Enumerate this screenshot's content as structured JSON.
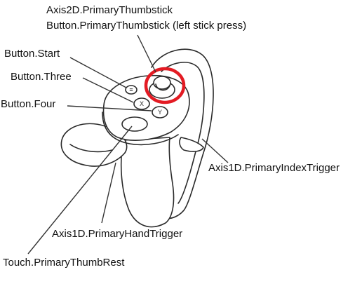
{
  "labels": {
    "thumbstick_axis": "Axis2D.PrimaryThumbstick",
    "thumbstick_press": "Button.PrimaryThumbstick (left stick press)",
    "start": "Button.Start",
    "three": "Button.Three",
    "four": "Button.Four",
    "index_trigger": "Axis1D.PrimaryIndexTrigger",
    "hand_trigger": "Axis1D.PrimaryHandTrigger",
    "thumb_rest": "Touch.PrimaryThumbRest"
  },
  "colors": {
    "highlight": "#e31b23",
    "outline": "#2a2a2a",
    "leader": "#333333"
  },
  "button_glyphs": {
    "start": "≡",
    "three": "X",
    "four": "Y"
  }
}
